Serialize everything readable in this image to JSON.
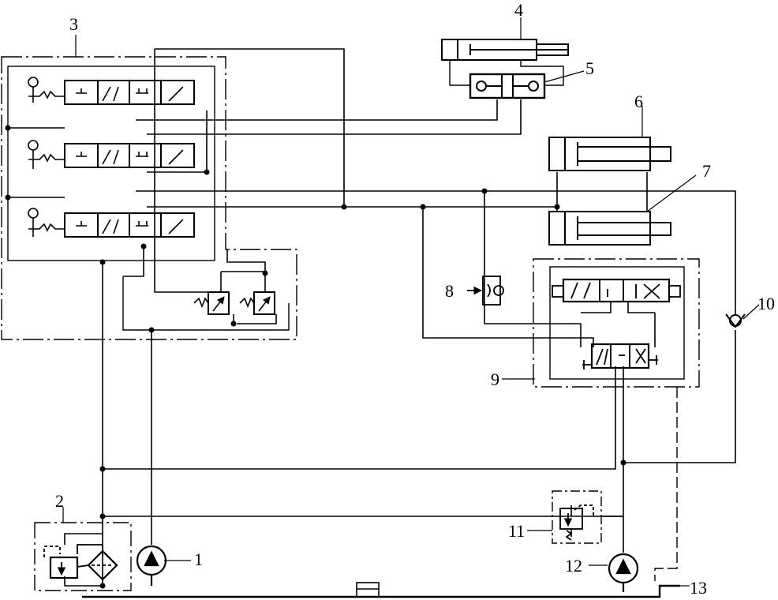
{
  "diagram": {
    "stroke_color": "#000000",
    "background": "#ffffff",
    "components": [
      {
        "id": "1",
        "label": "1",
        "kind": "pump"
      },
      {
        "id": "2",
        "label": "2",
        "kind": "filter-with-bypass"
      },
      {
        "id": "3",
        "label": "3",
        "kind": "manual-valve-bank"
      },
      {
        "id": "4",
        "label": "4",
        "kind": "hydraulic-cylinder"
      },
      {
        "id": "5",
        "label": "5",
        "kind": "hydraulic-lock"
      },
      {
        "id": "6",
        "label": "6",
        "kind": "hydraulic-cylinder"
      },
      {
        "id": "7",
        "label": "7",
        "kind": "hydraulic-cylinder"
      },
      {
        "id": "8",
        "label": "8",
        "kind": "throttle-check-valve"
      },
      {
        "id": "9",
        "label": "9",
        "kind": "pilot-directional-valve"
      },
      {
        "id": "10",
        "label": "10",
        "kind": "check-valve"
      },
      {
        "id": "11",
        "label": "11",
        "kind": "relief-valve"
      },
      {
        "id": "12",
        "label": "12",
        "kind": "pump"
      },
      {
        "id": "13",
        "label": "13",
        "kind": "tank"
      }
    ]
  }
}
